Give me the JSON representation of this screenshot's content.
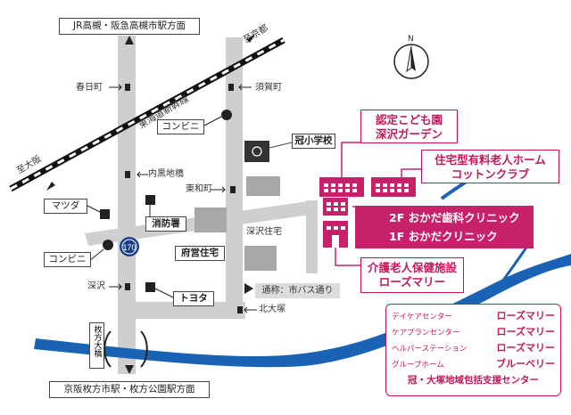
{
  "map": {
    "top_destination": "JR高槻・阪急高槻市駅方面",
    "bottom_destination": "京阪枚方市駅・枚方公園駅方面",
    "north_label": "N",
    "direction_labels": {
      "shikyoto": "至京都",
      "shiosaka": "至大阪"
    },
    "railway": "東海道新幹線",
    "route_number": "170",
    "bridge": "枚方大橋",
    "intersections": [
      "春日町",
      "須賀町",
      "内黒地橋",
      "東和町",
      "深沢",
      "北大塚"
    ],
    "areas": [
      "深沢住宅"
    ],
    "landmarks": [
      "コンビニ",
      "冠小学校",
      "マツダ",
      "消防署",
      "コンビニ",
      "府営住宅",
      "トヨタ"
    ],
    "bus_note": "通称：市バス通り",
    "facilities": {
      "kodomoen": [
        "認定こども園",
        "深沢ガーデン"
      ],
      "home": [
        "住宅型有料老人ホーム",
        "コットンクラブ"
      ],
      "clinic": [
        "2F おかだ歯科クリニック",
        "1F おかだクリニック"
      ],
      "rosemary": [
        "介護老人保健施設",
        "ローズマリー"
      ]
    },
    "services": [
      {
        "name": "デイケアセンター",
        "value": "ローズマリー"
      },
      {
        "name": "ケアプランセンター",
        "value": "ローズマリー"
      },
      {
        "name": "ヘルパーステーション",
        "value": "ローズマリー"
      },
      {
        "name": "グループホーム",
        "value": "ブルーベリー"
      }
    ],
    "services_footer": "冠・大塚地域包括支援センター",
    "colors": {
      "road": "#cfcfcf",
      "accent": "#c8216c",
      "river": "#1a63b4",
      "building": "#a8a8a8",
      "text": "#333333"
    }
  }
}
